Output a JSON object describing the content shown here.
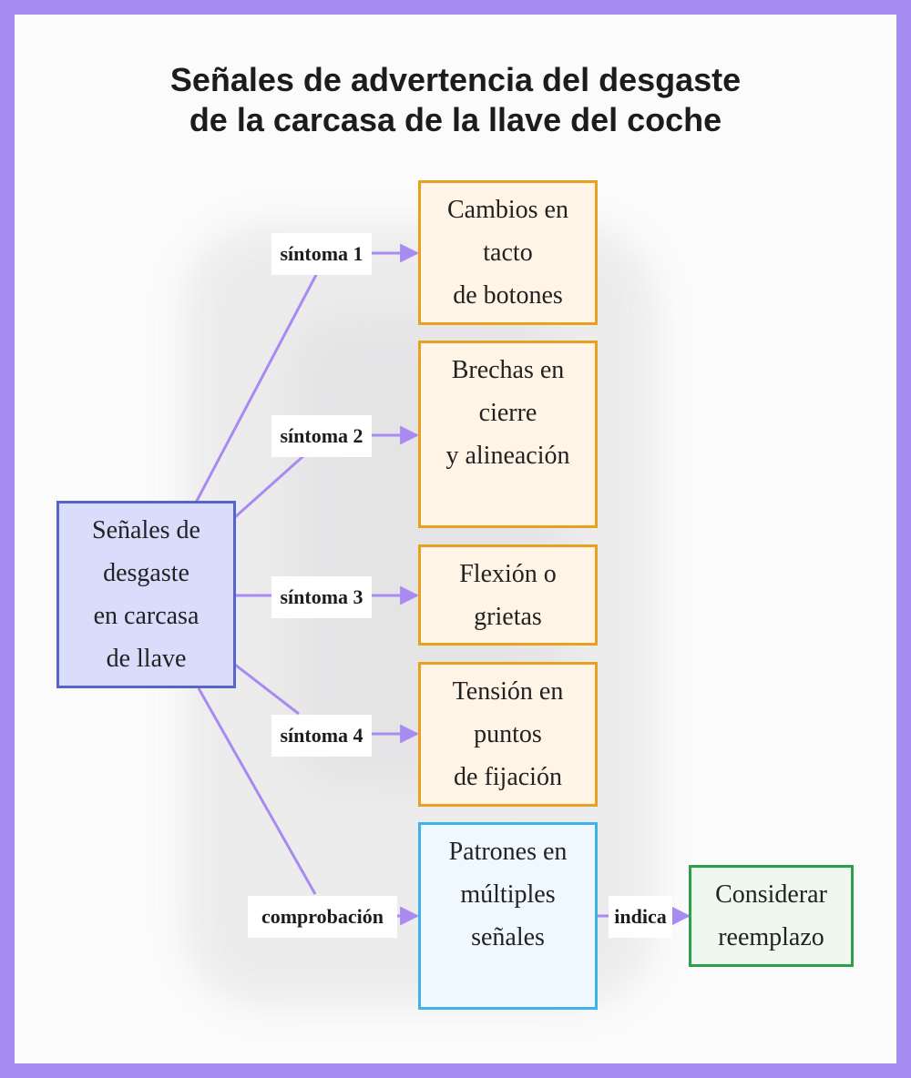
{
  "title": {
    "line1": "Señales de advertencia del desgaste",
    "line2": "de la carcasa de la llave del coche"
  },
  "nodes": {
    "center": "Señales de\ndesgaste\nen carcasa\nde llave",
    "symptom1": "Cambios en\ntacto\nde botones",
    "symptom2": "Brechas en\ncierre\ny alineación",
    "symptom3": "Flexión o\ngrietas",
    "symptom4": "Tensión en\npuntos\nde fijación",
    "patterns": "Patrones en\nmúltiples\nseñales",
    "replace": "Considerar\nreemplazo"
  },
  "edges": {
    "e1": "síntoma 1",
    "e2": "síntoma 2",
    "e3": "síntoma 3",
    "e4": "síntoma 4",
    "e5": "comprobación",
    "e6": "indica"
  },
  "colors": {
    "frame": "#a68cf2",
    "edge": "#a88af0",
    "symptom_border": "#e8a020",
    "center_border": "#5566c8",
    "patterns_border": "#3fb2e8",
    "replace_border": "#2aa04a"
  }
}
